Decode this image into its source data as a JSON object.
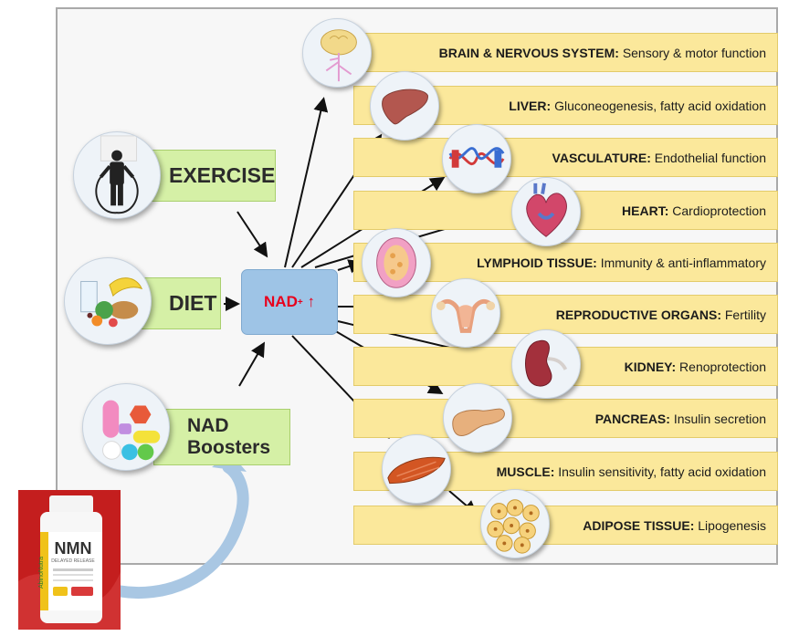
{
  "nad": {
    "label": "NAD",
    "superscript": "+",
    "arrow": "↑"
  },
  "sources": [
    {
      "label": "EXERCISE",
      "icon": "jump-rope-person-icon"
    },
    {
      "label": "DIET",
      "icon": "food-icon"
    },
    {
      "label_line1": "NAD",
      "label_line2": "Boosters",
      "icon": "pills-icon"
    }
  ],
  "organs": [
    {
      "name": "BRAIN & NERVOUS SYSTEM:",
      "function": "Sensory & motor function",
      "icon": "brain-icon"
    },
    {
      "name": "LIVER:",
      "function": "Gluconeogenesis, fatty acid oxidation",
      "icon": "liver-icon"
    },
    {
      "name": "VASCULATURE:",
      "function": "Endothelial function",
      "icon": "blood-vessel-icon"
    },
    {
      "name": "HEART:",
      "function": "Cardioprotection",
      "icon": "heart-icon"
    },
    {
      "name": "LYMPHOID TISSUE:",
      "function": "Immunity & anti-inflammatory",
      "icon": "lymph-node-icon"
    },
    {
      "name": "REPRODUCTIVE ORGANS:",
      "function": "Fertility",
      "icon": "uterus-icon"
    },
    {
      "name": "KIDNEY:",
      "function": "Renoprotection",
      "icon": "kidney-icon"
    },
    {
      "name": "PANCREAS:",
      "function": "Insulin secretion",
      "icon": "pancreas-icon"
    },
    {
      "name": "MUSCLE:",
      "function": "Insulin sensitivity, fatty acid oxidation",
      "icon": "muscle-icon"
    },
    {
      "name": "ADIPOSE TISSUE:",
      "function": "Lipogenesis",
      "icon": "fat-cells-icon"
    }
  ],
  "nmn_bottle": {
    "brand": "AbinoNutra",
    "product": "NMN",
    "subtitle": "DELAYED RELEASE",
    "icon": "supplement-bottle-icon"
  },
  "colors": {
    "organ_bar": "#fbe89b",
    "source_box": "#d5f0a6",
    "nad_box": "#9ec4e6",
    "nad_text": "#e8001c",
    "curved_arrow": "#a9c7e3"
  }
}
